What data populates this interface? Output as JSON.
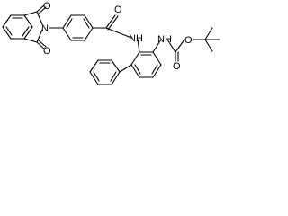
{
  "molecule": {
    "atom_labels": {
      "carbonyl_oxygen_top": "O",
      "carbonyl_oxygen_bottom": "O",
      "imide_nitrogen": "N",
      "amide_oxygen": "O",
      "amide_nh": "NH",
      "carbamate_nh": "NH",
      "carbamate_carbonyl_oxygen": "O",
      "carbamate_ester_oxygen": "O"
    },
    "colors": {
      "bond": "#000000",
      "text": "#000000",
      "background": "#ffffff"
    }
  }
}
